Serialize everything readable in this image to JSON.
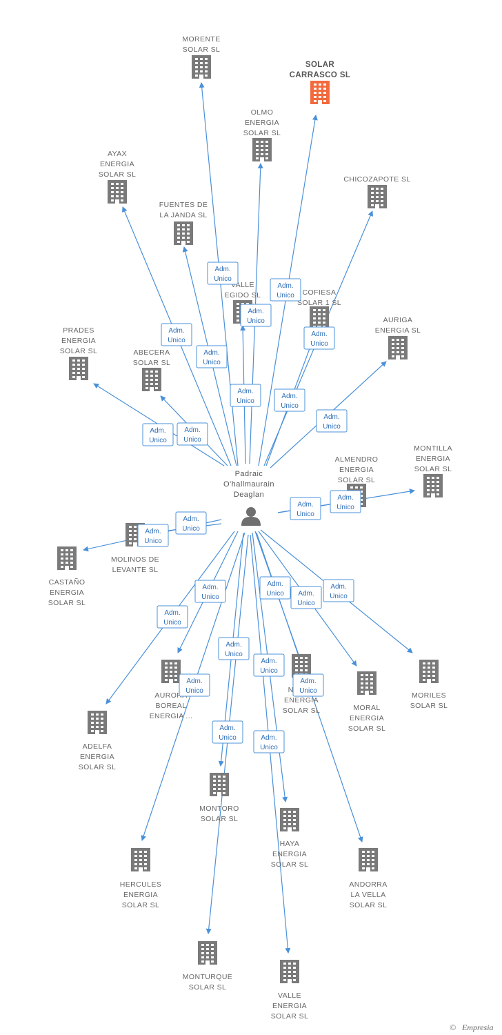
{
  "person": {
    "name_lines": [
      "Padraic",
      "O'hallmaurain",
      "Deaglan"
    ]
  },
  "role_label_lines": [
    "Adm.",
    "Unico"
  ],
  "colors": {
    "edge": "#4a90d9",
    "building": "#7a7a7a",
    "highlight_building": "#f26a3d"
  },
  "companies": [
    {
      "id": "morente",
      "lines": [
        "MORENTE",
        "SOLAR SL"
      ]
    },
    {
      "id": "solar-carrasco",
      "lines": [
        "SOLAR",
        "CARRASCO SL"
      ],
      "highlight": true
    },
    {
      "id": "olmo",
      "lines": [
        "OLMO",
        "ENERGIA",
        "SOLAR SL"
      ]
    },
    {
      "id": "ayax",
      "lines": [
        "AYAX",
        "ENERGIA",
        "SOLAR SL"
      ]
    },
    {
      "id": "chicozapote",
      "lines": [
        "CHICOZAPOTE SL"
      ]
    },
    {
      "id": "fuentes-janda",
      "lines": [
        "FUENTES DE",
        "LA JANDA SL"
      ]
    },
    {
      "id": "valle-egido",
      "lines": [
        "VALLE",
        "EGIDO SL"
      ]
    },
    {
      "id": "cofiesa",
      "lines": [
        "COFIESA",
        "SOLAR 1 SL"
      ]
    },
    {
      "id": "prades",
      "lines": [
        "PRADES",
        "ENERGIA",
        "SOLAR SL"
      ]
    },
    {
      "id": "abecera",
      "lines": [
        "ABECERA",
        "SOLAR SL"
      ]
    },
    {
      "id": "auriga",
      "lines": [
        "AURIGA",
        "ENERGIA SL"
      ]
    },
    {
      "id": "montilla",
      "lines": [
        "MONTILLA",
        "ENERGIA",
        "SOLAR SL"
      ]
    },
    {
      "id": "almendro",
      "lines": [
        "ALMENDRO",
        "ENERGIA",
        "SOLAR SL"
      ]
    },
    {
      "id": "molinos",
      "lines": [
        "MOLINOS DE",
        "LEVANTE SL"
      ]
    },
    {
      "id": "castano",
      "lines": [
        "CASTAÑO",
        "ENERGIA",
        "SOLAR SL"
      ]
    },
    {
      "id": "aurora",
      "lines": [
        "AURORA",
        "BOREAL",
        "ENERGIA ..."
      ]
    },
    {
      "id": "nogal",
      "lines": [
        "NOGAL",
        "ENERGIA",
        "SOLAR SL"
      ]
    },
    {
      "id": "moral",
      "lines": [
        "MORAL",
        "ENERGIA",
        "SOLAR SL"
      ]
    },
    {
      "id": "moriles",
      "lines": [
        "MORILES",
        "SOLAR SL"
      ]
    },
    {
      "id": "adelfa",
      "lines": [
        "ADELFA",
        "ENERGIA",
        "SOLAR SL"
      ]
    },
    {
      "id": "montoro",
      "lines": [
        "MONTORO",
        "SOLAR SL"
      ]
    },
    {
      "id": "haya",
      "lines": [
        "HAYA",
        "ENERGIA",
        "SOLAR SL"
      ]
    },
    {
      "id": "hercules",
      "lines": [
        "HERCULES",
        "ENERGIA",
        "SOLAR SL"
      ]
    },
    {
      "id": "andorra",
      "lines": [
        "ANDORRA",
        "LA VELLA",
        "SOLAR SL"
      ]
    },
    {
      "id": "monturque",
      "lines": [
        "MONTURQUE",
        "SOLAR SL"
      ]
    },
    {
      "id": "valle-energia",
      "lines": [
        "VALLE",
        "ENERGIA",
        "SOLAR SL"
      ]
    }
  ],
  "footer": {
    "copyright_symbol": "©",
    "brand": "Empresia"
  }
}
